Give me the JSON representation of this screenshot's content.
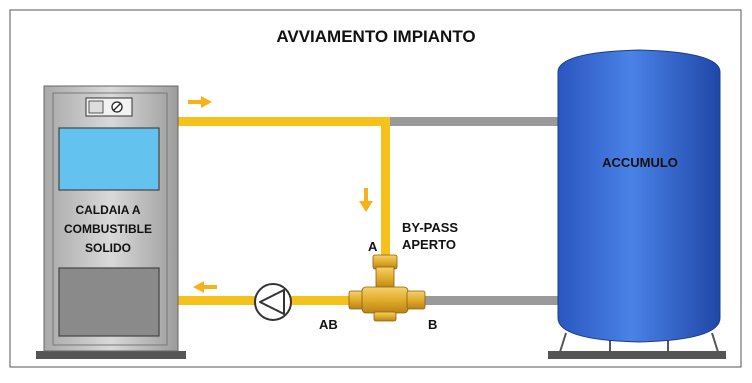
{
  "title": "AVVIAMENTO IMPIANTO",
  "boiler": {
    "label_line1": "CALDAIA A",
    "label_line2": "COMBUSTIBLE",
    "label_line3": "SOLIDO"
  },
  "tank": {
    "label": "ACCUMULO"
  },
  "bypass": {
    "label_line1": "BY-PASS",
    "label_line2": "APERTO"
  },
  "ports": {
    "a": "A",
    "ab": "AB",
    "b": "B"
  },
  "colors": {
    "hot_pipe": "#f5c21b",
    "cold_pipe": "#9a9a9a",
    "arrow": "#f7b21a",
    "tank_blue": "#3a6fd8",
    "boiler_screen": "#63c2ee",
    "valve_brass": "#e6b43a"
  }
}
